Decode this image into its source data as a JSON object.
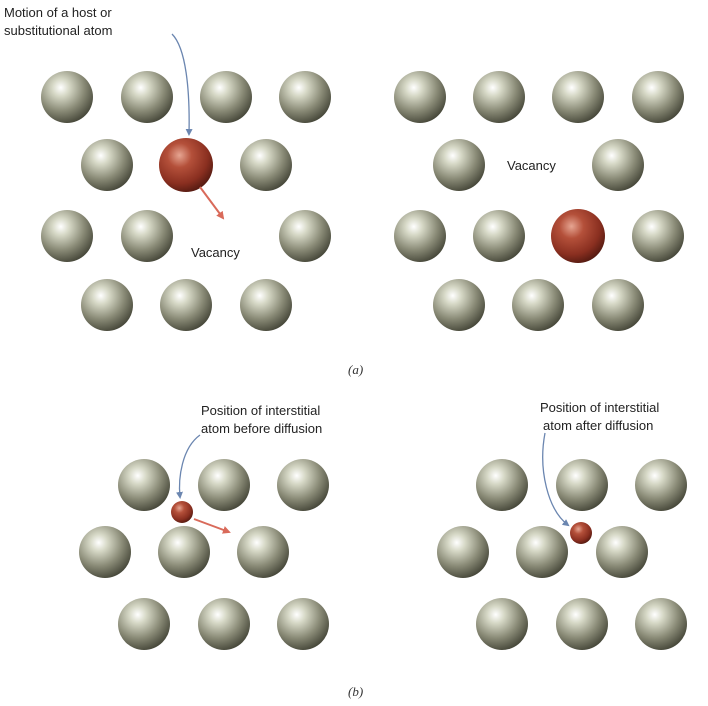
{
  "panel_a": {
    "label_motion_line1": "Motion of a host or",
    "label_motion_line2": "substitutional atom",
    "label_vacancy_before": "Vacancy",
    "label_vacancy_after": "Vacancy",
    "caption": "(a)"
  },
  "panel_b": {
    "label_before_line1": "Position of interstitial",
    "label_before_line2": "atom before diffusion",
    "label_after_line1": "Position of interstitial",
    "label_after_line2": "atom after diffusion",
    "caption": "(b)"
  },
  "colors": {
    "host_atom": "#8a8b77",
    "diffusing_atom": "#9a3a28",
    "motion_arrow": "#d96a5a",
    "leader_line": "#6b86b0"
  }
}
